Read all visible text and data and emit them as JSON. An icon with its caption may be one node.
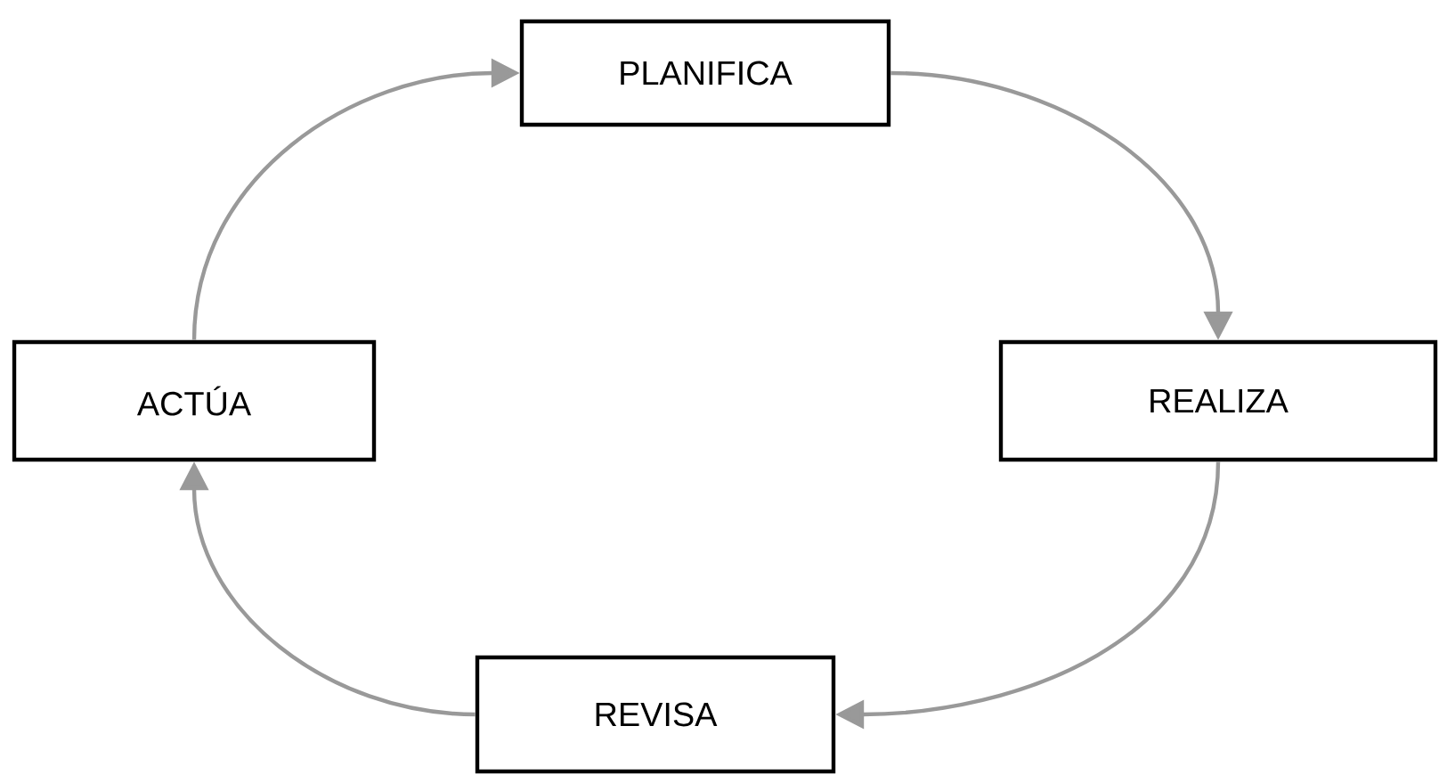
{
  "diagram": {
    "nodes": [
      {
        "text": [
          "PLANIFICA"
        ]
      },
      {
        "text": [
          "ACTÚA"
        ]
      },
      {
        "text": [
          "REALIZA"
        ]
      },
      {
        "text": [
          "REVISA"
        ]
      }
    ],
    "edges": [
      {
        "from": 1,
        "to": 0,
        "arrow": "to"
      },
      {
        "from": 0,
        "to": 2,
        "arrow": "to"
      },
      {
        "from": 2,
        "to": 3,
        "arrow": "to"
      },
      {
        "from": 3,
        "to": 1,
        "arrow": "to"
      }
    ]
  }
}
